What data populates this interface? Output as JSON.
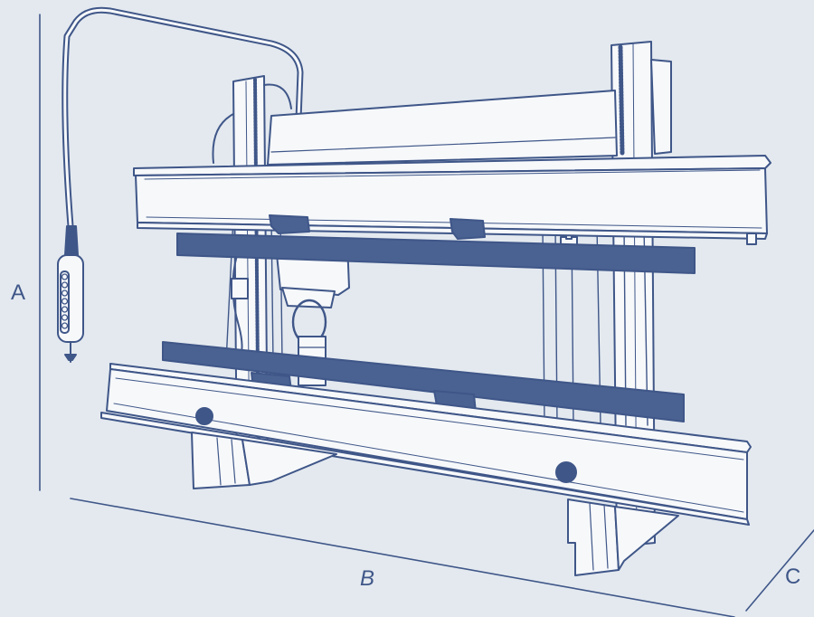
{
  "dimensions": {
    "height_label": "A",
    "width_label": "B",
    "depth_label": "C"
  },
  "colors": {
    "background": "#e3e9ef",
    "line": "#3f5688",
    "fill_light": "#f6f8fa",
    "clamp_bar": "#4a6292"
  }
}
